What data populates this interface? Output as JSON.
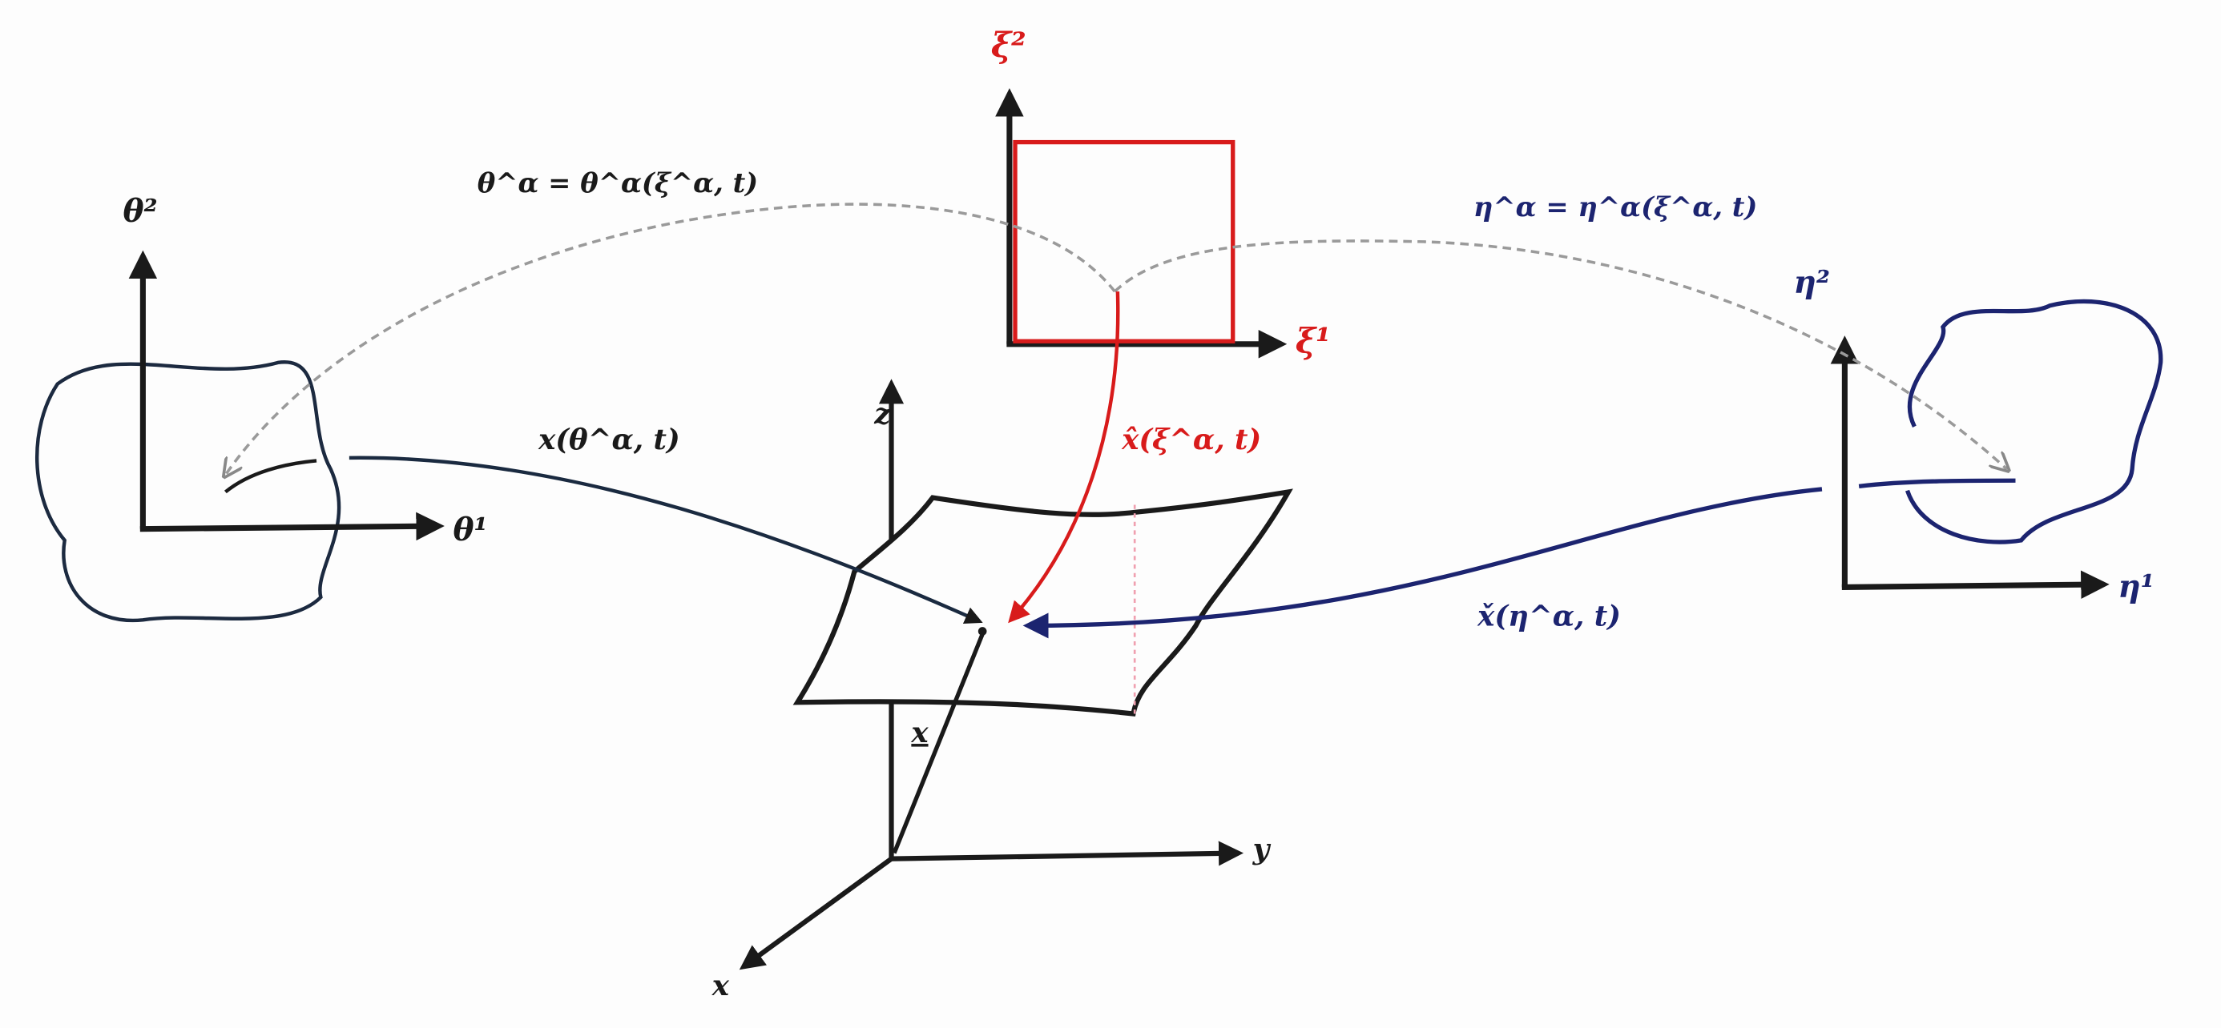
{
  "colors": {
    "ink": "#1a1a1a",
    "red": "#d81b1b",
    "blue": "#1c2470",
    "gray": "#9a9a9a",
    "pink": "#f0a0b0"
  },
  "left_frame": {
    "axis_vertical": "θ²",
    "axis_horizontal": "θ¹"
  },
  "center_frame": {
    "axis_vertical": "ξ²",
    "axis_horizontal": "ξ¹"
  },
  "right_frame": {
    "axis_vertical": "η²",
    "axis_horizontal": "η¹"
  },
  "spatial_frame": {
    "axis_z": "z",
    "axis_y": "y",
    "axis_x": "x",
    "position_vector": "x"
  },
  "mappings": {
    "theta_of_xi": "θ^α = θ^α(ξ^α, t)",
    "eta_of_xi": "η^α = η^α(ξ^α, t)",
    "x_of_theta": "x(θ^α, t)",
    "x_hat_of_xi": "x̂(ξ^α, t)",
    "x_check_of_eta": "x̌(η^α, t)"
  }
}
